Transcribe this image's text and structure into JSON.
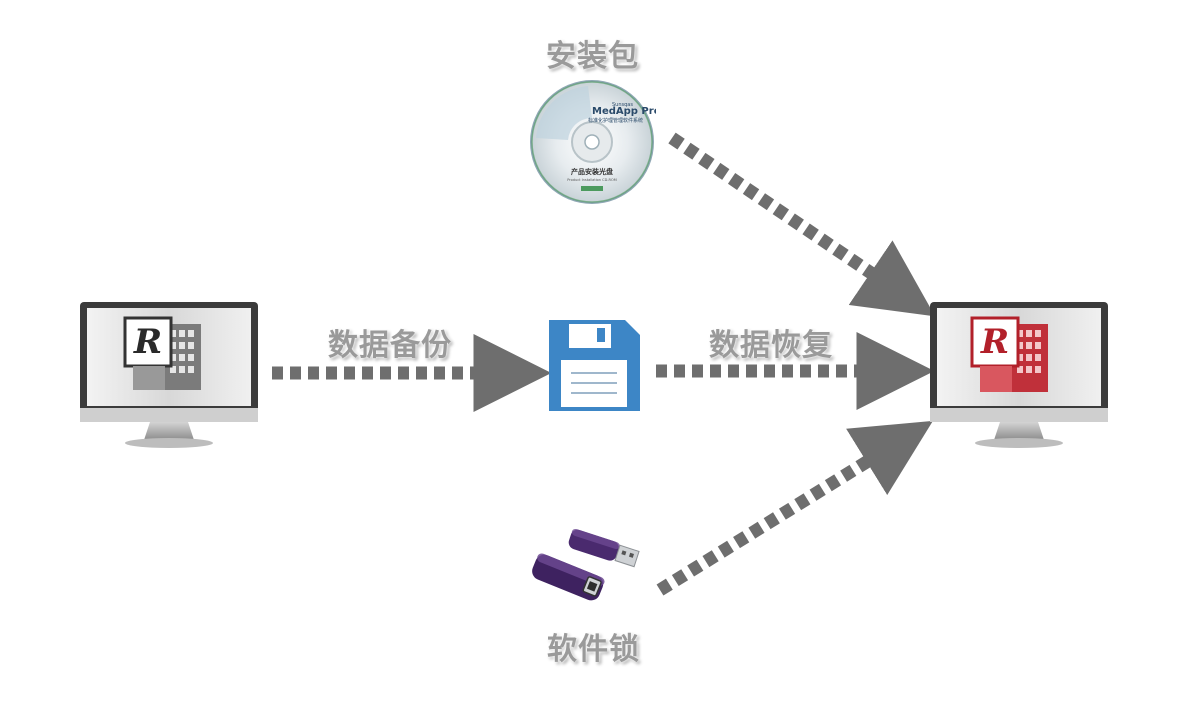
{
  "labels": {
    "install_package": "安装包",
    "data_backup": "数据备份",
    "data_restore": "数据恢复",
    "software_lock": "软件锁"
  },
  "cd": {
    "brand_small": "Sunsqas",
    "product": "MedApp Pro",
    "tagline": "标准化护理管理软件系统",
    "disc_title": "产品安装光盘",
    "disc_sub": "Product Installation CD-ROM"
  },
  "app_logo_letter": "R",
  "colors": {
    "arrow": "#6e6e6e",
    "floppy": "#3d86c6",
    "usb": "#4a2a6e",
    "logo_old": "#555555",
    "logo_new": "#b2202a"
  }
}
